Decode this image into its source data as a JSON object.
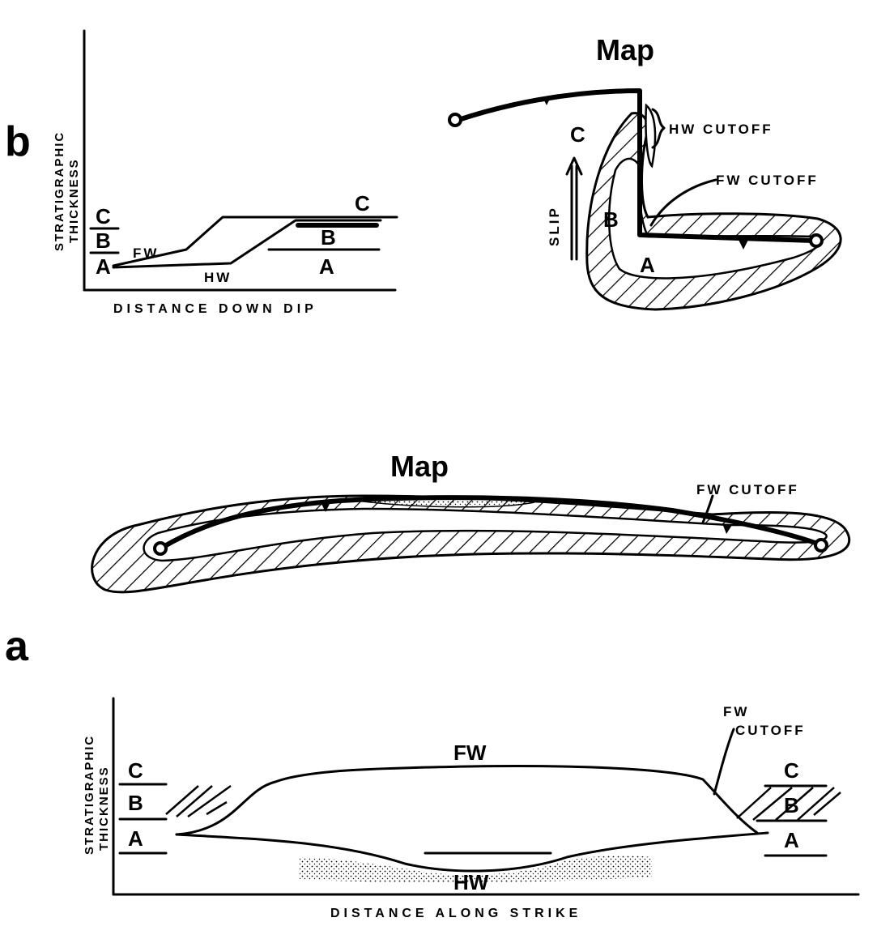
{
  "panel_b": {
    "panel_label": "b",
    "section": {
      "y_axis_line1": "STRATIGRAPHIC",
      "y_axis_line2": "THICKNESS",
      "x_axis": "DISTANCE DOWN DIP",
      "left_units": [
        "C",
        "B",
        "A"
      ],
      "right_units": [
        "C",
        "B",
        "A"
      ],
      "fw": "FW",
      "hw": "HW"
    },
    "map": {
      "title": "Map",
      "unit_c": "C",
      "unit_b": "B",
      "unit_a": "A",
      "slip": "SLIP",
      "hw_cutoff": "HW CUTOFF",
      "fw_cutoff": "FW CUTOFF"
    }
  },
  "panel_a": {
    "panel_label": "a",
    "map": {
      "title": "Map",
      "fw_cutoff": "FW CUTOFF"
    },
    "section": {
      "y_axis_line1": "STRATIGRAPHIC",
      "y_axis_line2": "THICKNESS",
      "x_axis": "DISTANCE ALONG STRIKE",
      "left_units": [
        "C",
        "B",
        "A"
      ],
      "right_units": [
        "C",
        "B",
        "A"
      ],
      "fw": "FW",
      "hw": "HW",
      "fw_cutoff_line1": "FW",
      "fw_cutoff_line2": "CUTOFF"
    }
  }
}
